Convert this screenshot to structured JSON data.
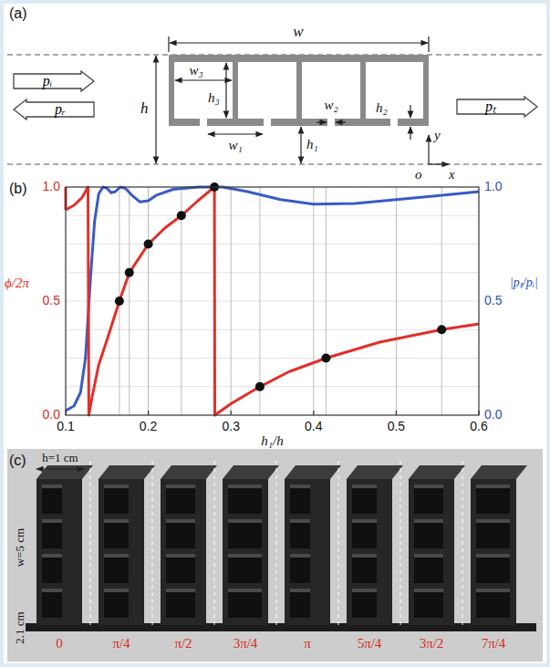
{
  "diagram": {
    "nodes": [
      {
        "text": [
          "pᵢ"
        ]
      },
      {
        "text": [
          "pᵣ"
        ]
      },
      {
        "text": [
          "pₜ"
        ]
      }
    ],
    "labels": [
      "(a)",
      "w",
      "w₃",
      "h₃",
      "w₂",
      "h₂",
      "h",
      "w₁",
      "h₁",
      "y",
      "o",
      "x",
      "(b)",
      "1.0",
      "0.5",
      "0.0",
      "ϕ/2π",
      "1.0",
      "0.5",
      "0.0",
      "|pₜ/pᵢ|",
      "0.1",
      "0.2",
      "0.3",
      "0.4",
      "0.5",
      "0.6",
      "h₁/h",
      "(c)",
      "h=1 cm",
      "w=5 cm",
      "2.1 cm",
      "0",
      "π/4",
      "π/2",
      "3π/4",
      "π",
      "5π/4",
      "3π/2",
      "7π/4"
    ]
  }
}
